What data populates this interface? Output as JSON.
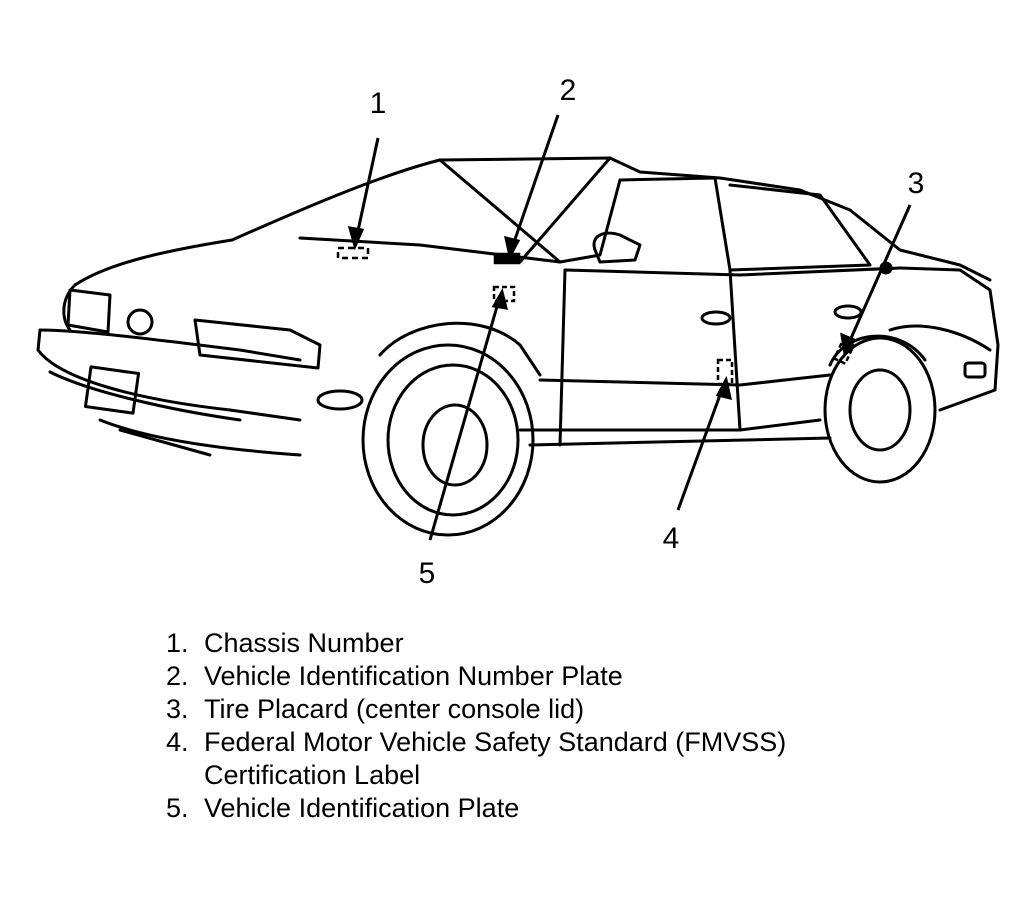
{
  "callouts": [
    {
      "id": "1",
      "label": "1"
    },
    {
      "id": "2",
      "label": "2"
    },
    {
      "id": "3",
      "label": "3"
    },
    {
      "id": "4",
      "label": "4"
    },
    {
      "id": "5",
      "label": "5"
    }
  ],
  "legend": [
    {
      "num": "1.",
      "lines": [
        "Chassis Number"
      ]
    },
    {
      "num": "2.",
      "lines": [
        "Vehicle Identification Number Plate"
      ]
    },
    {
      "num": "3.",
      "lines": [
        "Tire Placard (center console lid)"
      ]
    },
    {
      "num": "4.",
      "lines": [
        "Federal Motor Vehicle Safety Standard (FMVSS)",
        "Certification Label"
      ]
    },
    {
      "num": "5.",
      "lines": [
        "Vehicle Identification Plate"
      ]
    }
  ]
}
